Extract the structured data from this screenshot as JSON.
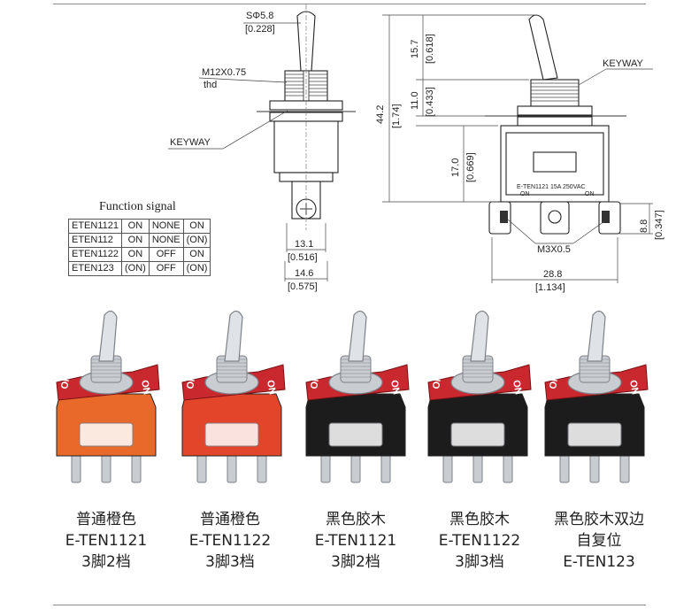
{
  "dimensions": {
    "dia_mm": "SΦ5.8",
    "dia_in": "[0.228]",
    "thread": "M12X0.75",
    "thread_sub": "thd",
    "keyway_left": "KEYWAY",
    "keyway_right": "KEYWAY",
    "h_157": "15.7",
    "h_157_in": "[0.618]",
    "h_110": "11.0",
    "h_110_in": "[0.433]",
    "h_442": "44.2",
    "h_442_in": "[1.74]",
    "h_170": "17.0",
    "h_170_in": "[0.669]",
    "h_88": "8.8",
    "h_88_in": "[0.347]",
    "w_131": "13.1",
    "w_131_in": "[0.516]",
    "w_146": "14.6",
    "w_146_in": "[0.575]",
    "w_288": "28.8",
    "w_288_in": "[1.134]",
    "screw": "M3X0.5",
    "body_marking": "E-TEN1121  15A  250VAC",
    "body_on_left": "ON",
    "body_on_right": "ON"
  },
  "function_table": {
    "title": "Function signal",
    "rows": [
      [
        "ETEN1121",
        "ON",
        "NONE",
        "ON"
      ],
      [
        "ETEN112",
        "ON",
        "NONE",
        "(ON)"
      ],
      [
        "ETEN1122",
        "ON",
        "OFF",
        "ON"
      ],
      [
        "ETEN123",
        "(ON)",
        "OFF",
        "(ON)"
      ]
    ]
  },
  "products": [
    {
      "line1": "普通橙色",
      "line2": "E-TEN1121",
      "line3": "3脚2档",
      "body_color": "#e8692a",
      "plate": "ON"
    },
    {
      "line1": "普通橙色",
      "line2": "E-TEN1122",
      "line3": "3脚3档",
      "body_color": "#e2452a",
      "plate": "ON"
    },
    {
      "line1": "黑色胶木",
      "line2": "E-TEN1121",
      "line3": "3脚2档",
      "body_color": "#1c1c1c",
      "plate": "ON"
    },
    {
      "line1": "黑色胶木",
      "line2": "E-TEN1122",
      "line3": "3脚3档",
      "body_color": "#1c1c1c",
      "plate": "ON"
    },
    {
      "line1": "黑色胶木双边",
      "line2": "自复位",
      "line3": "E-TEN123",
      "body_color": "#1c1c1c",
      "plate": "ON"
    }
  ],
  "colors": {
    "plate_red": "#c8282e",
    "metal": "#c9ccd1",
    "metal_dark": "#7d8188"
  }
}
